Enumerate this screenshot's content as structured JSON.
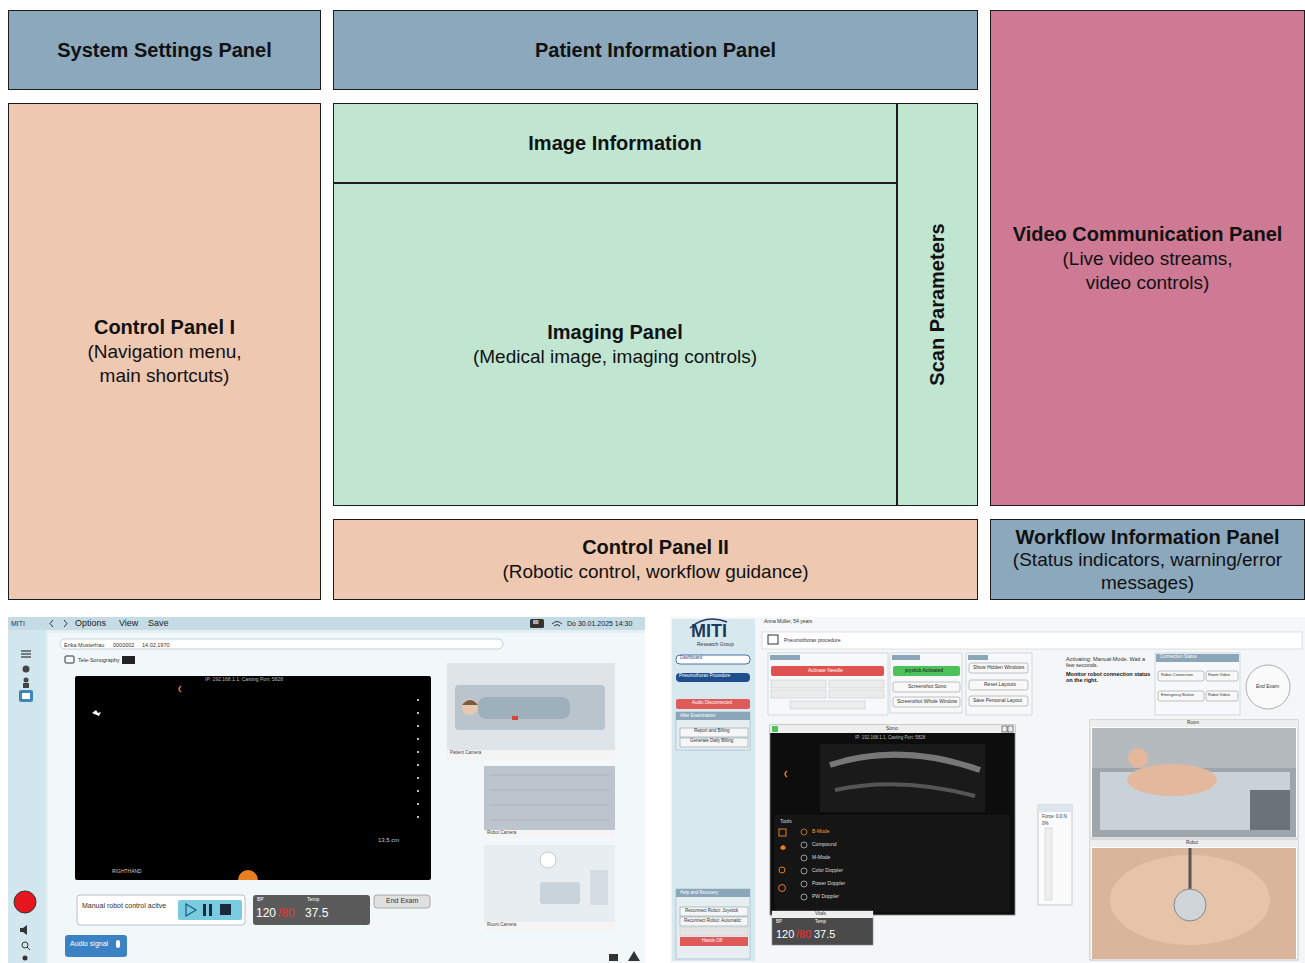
{
  "diagram": {
    "nodes": [
      {
        "text": [
          "System Settings Panel"
        ]
      },
      {
        "text": [
          "Patient Information Panel"
        ]
      },
      {
        "text": [
          "Video Communication Panel",
          "(Live video streams, video controls)"
        ]
      },
      {
        "text": [
          "Control Panel I",
          "(Navigation menu, main shortcuts)"
        ]
      },
      {
        "text": [
          "Image Information"
        ]
      },
      {
        "text": [
          "Imaging Panel",
          "(Medical image, imaging controls)"
        ]
      },
      {
        "text": [
          "Scan Parameters"
        ]
      },
      {
        "text": [
          "Control Panel II",
          "(Robotic control, workflow guidance)"
        ]
      },
      {
        "text": [
          "Workflow Information Panel",
          "(Status indicators, warning/error messages)"
        ]
      }
    ],
    "edges": [],
    "labels": [
      "MITI",
      "Options",
      "View",
      "Save",
      "Do 30.01.2025 14:30",
      "Erika Musterfrau",
      "0000002",
      "14.02.1970",
      "Tele-Sonography",
      "IP: 192.168.1.1, Casting Port: 5828",
      "13,5 cm",
      "RIGHTHAND",
      "Patient Camera",
      "Robot Camera",
      "Room Camera",
      "Manual robot control acitve",
      "BP",
      "Temp",
      "120",
      "/80",
      "37.5",
      "End Exam",
      "Audio signal",
      "MITI",
      "Research Group",
      "Anna Müller, 54 years",
      "Pneumothorax procedure",
      "Dashboard",
      "Pneumothorax Procedure",
      "Audio Disconnected",
      "After Examination",
      "Report and Billing",
      "Generate Daily Billing",
      "Activate Needle",
      "joystick Activated",
      "Screenshot Sono",
      "Screenshot Whole Window",
      "Show Hidden Windows",
      "Reset Layouts",
      "Save Personal Layout",
      "Activating: Manual-Mode. Wait a few seconds.",
      "Monitor robot connection status on the right.",
      "Connection Status",
      "Robot Connection",
      "Room Video",
      "Emergency Button",
      "Robot Video",
      "End Exam",
      "Sono",
      "IP: 192.168.1.1, Casting Port: 5828",
      "Tools",
      "B-Mode",
      "Compound",
      "M-Mode",
      "Color Doppler",
      "Power Doppler",
      "PW Doppler",
      "Vitals",
      "BP",
      "Temp",
      "120",
      "/80",
      "37.5",
      "Force: 0.0 N",
      "0%",
      "Room",
      "Robot",
      "Help and Recovery",
      "Reconnect Robot: Joystick",
      "Reconnect Robot: Automatic",
      "Hands Off",
      "80"
    ]
  }
}
